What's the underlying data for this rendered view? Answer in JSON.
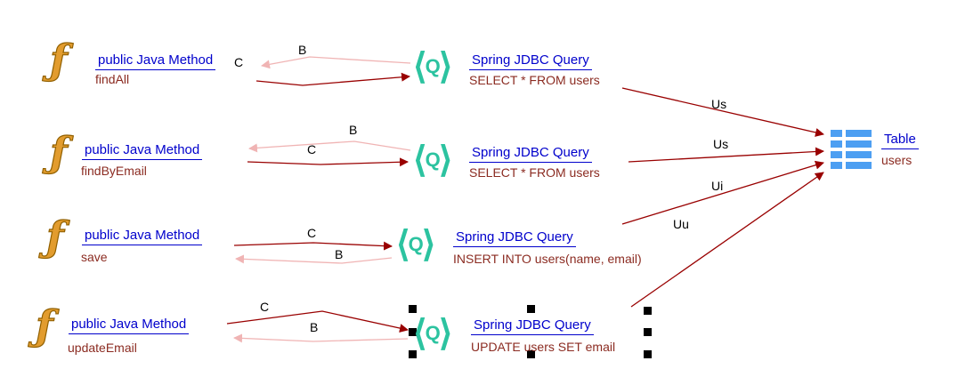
{
  "colors": {
    "link_blue": "#0000cc",
    "detail_red": "#8b2b21",
    "edge_red": "#990000",
    "edge_pink": "#f0b4b4",
    "function_icon_gold": "#e29c2e",
    "query_icon_teal": "#2cc3a0",
    "table_icon_blue": "#4d9ff2",
    "edge_label_black": "#000000"
  },
  "glyphs": {
    "function": "ƒ",
    "query_open": "⟨",
    "query_letter": "Q",
    "query_close": "⟩"
  },
  "table": {
    "kind": "Table",
    "name": "users"
  },
  "rows": [
    {
      "method": {
        "kind": "public Java Method",
        "name": "findAll"
      },
      "query": {
        "kind": "Spring JDBC Query",
        "sql": "SELECT * FROM users"
      },
      "call_label": "C",
      "return_label": "B",
      "table_edge_label": "Us",
      "selected": false
    },
    {
      "method": {
        "kind": "public Java Method",
        "name": "findByEmail"
      },
      "query": {
        "kind": "Spring JDBC Query",
        "sql": "SELECT * FROM users"
      },
      "call_label": "C",
      "return_label": "B",
      "table_edge_label": "Us",
      "selected": false
    },
    {
      "method": {
        "kind": "public Java Method",
        "name": "save"
      },
      "query": {
        "kind": "Spring JDBC Query",
        "sql": "INSERT INTO users(name, email)"
      },
      "call_label": "C",
      "return_label": "B",
      "table_edge_label": "Ui",
      "selected": false
    },
    {
      "method": {
        "kind": "public Java Method",
        "name": "updateEmail"
      },
      "query": {
        "kind": "Spring JDBC Query",
        "sql": "UPDATE users SET email"
      },
      "call_label": "C",
      "return_label": "B",
      "table_edge_label": "Uu",
      "selected": true
    }
  ]
}
